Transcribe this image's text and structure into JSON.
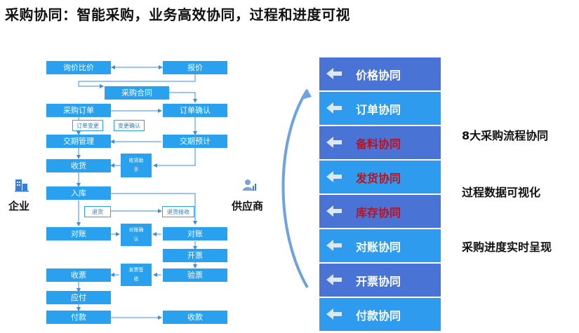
{
  "title": "采购协同：智能采购，业务高效协同，过程和进度可视",
  "enterprise": {
    "label": "企业"
  },
  "supplier": {
    "label": "供应商"
  },
  "flow": {
    "inquiry": "询价比价",
    "quote": "报价",
    "contract": "采购合同",
    "order": "采购订单",
    "order_confirm": "订单确认",
    "order_change": "订单变更",
    "change_confirm": "变更确认",
    "delivery_mgmt": "交期管理",
    "delivery_estimate": "交期预计",
    "receiving": "收货",
    "receiving_assistant": "收货助手",
    "warehousing": "入库",
    "return": "退货",
    "return_receipt": "退货接收",
    "reconcile_left": "对账",
    "reconcile_confirm": "对账确认",
    "reconcile_right": "对账",
    "invoicing": "开票",
    "invoice_receive": "收票",
    "invoice_sign": "发票签收",
    "invoice_check": "验票",
    "payable": "应付",
    "payment": "付款",
    "collection": "收款"
  },
  "collab_items": [
    {
      "label": "价格协同",
      "text_color": "#ffffff",
      "bg": "#4a73d6"
    },
    {
      "label": "订单协同",
      "text_color": "#ffffff",
      "bg": "#2e9bee"
    },
    {
      "label": "备料协同",
      "text_color": "#c0101c",
      "bg": "#4a73d6"
    },
    {
      "label": "发货协同",
      "text_color": "#c0101c",
      "bg": "#2e9bee"
    },
    {
      "label": "库存协同",
      "text_color": "#c0101c",
      "bg": "#4a73d6"
    },
    {
      "label": "对账协同",
      "text_color": "#ffffff",
      "bg": "#2e9bee"
    },
    {
      "label": "开票协同",
      "text_color": "#ffffff",
      "bg": "#4a73d6"
    },
    {
      "label": "付款协同",
      "text_color": "#ffffff",
      "bg": "#2e9bee"
    }
  ],
  "notes": [
    "8大采购流程协同",
    "过程数据可视化",
    "采购进度实时呈现"
  ],
  "icons": {
    "enterprise": "building-icon",
    "supplier": "person-chart-icon",
    "band_arrow": "arrow-left-icon"
  }
}
